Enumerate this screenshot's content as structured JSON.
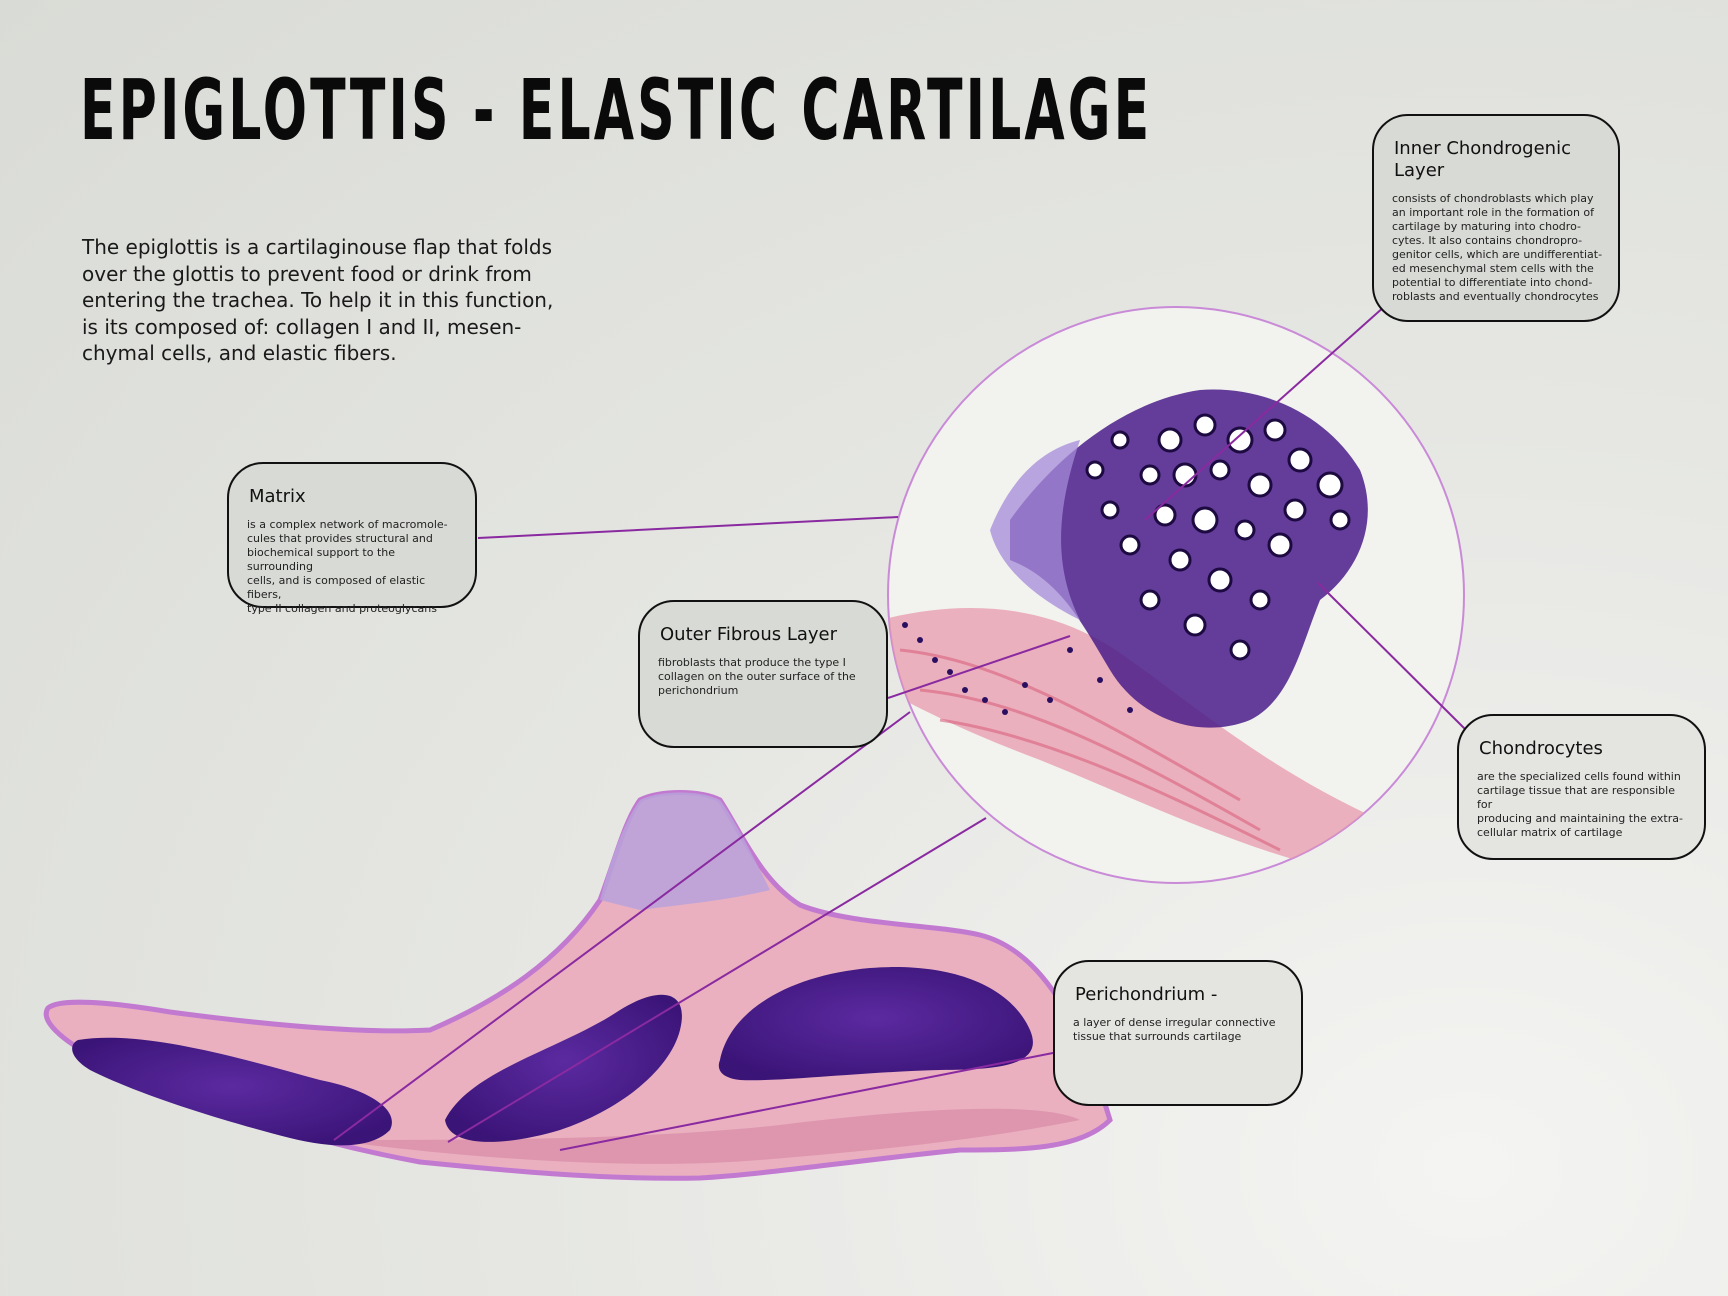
{
  "title": "EPIGLOTTIS - ELASTIC CARTILAGE",
  "intro": "The epiglottis is a cartilaginouse flap that folds\nover the glottis to prevent food or drink from\nentering the trachea. To help it in this function,\nis its composed of: collagen I and II, mesen-\nchymal cells, and elastic fibers.",
  "colors": {
    "leader_line": "#8a2aa0",
    "zoom_circle_stroke": "#c98ad8",
    "cartilage_purple": "#4a1d8a",
    "tissue_pink": "#e3a3b4"
  },
  "callouts": {
    "inner": {
      "title": "Inner Chondrogenic Layer",
      "body": "consists of chondroblasts which play\nan important role in the formation of\ncartilage by maturing into chodro-\ncytes. It also contains chondropro-\ngenitor cells, which are undifferentiat-\ned mesenchymal stem cells with the\npotential to differentiate into chond-\nroblasts and eventually chondrocytes"
    },
    "matrix": {
      "title": "Matrix",
      "body": " is a complex network of macromole-\ncules that provides structural and\nbiochemical support to the surrounding\ncells, and is composed of elastic fibers,\ntype II collagen and proteoglycans"
    },
    "outer": {
      "title": "Outer Fibrous Layer",
      "body": "fibroblasts that produce the type I\ncollagen on the outer surface of the\nperichondrium"
    },
    "chondrocytes": {
      "title": "Chondrocytes",
      "body": "are the specialized cells found within\ncartilage tissue that are responsible for\nproducing and maintaining the extra-\ncellular matrix of cartilage"
    },
    "perichondrium": {
      "title": "Perichondrium -",
      "body": "a layer of dense irregular connective\ntissue that surrounds cartilage"
    }
  }
}
